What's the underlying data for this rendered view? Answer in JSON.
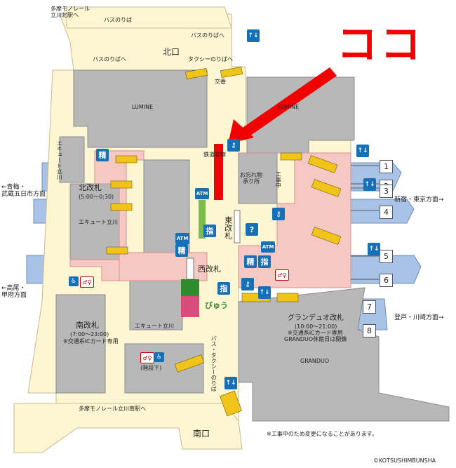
{
  "exits": {
    "north": "北口",
    "south": "南口",
    "tama_monorail_north": "多摩モノレール\n立川北駅へ",
    "tama_monorail_south": "多摩モノレール立川南駅へ"
  },
  "transport": {
    "bus_1": "バスのりば",
    "bus_2": "バスのりばへ",
    "bus_3": "バスのりばへ",
    "taxi": "タクシーのりばへ",
    "koban": "交番",
    "bus_taxi_south": "バス・タクシーのりば"
  },
  "buildings": {
    "lumine_left": "LUMINE",
    "lumine_right": "LUMINE",
    "granduo": "GRANDUO",
    "ecute_1": "エキュート立川",
    "ecute_2": "エキュート立川",
    "ecute_3": "エキュート立川",
    "lost_found": "お忘れ物\n承り所",
    "under_construction": "工事中",
    "railway_police": "鉄道警察",
    "floor_note": "(階段下)"
  },
  "gates": {
    "north_gate": {
      "name": "北改札",
      "hours": "(5:00〜0:30)"
    },
    "east_gate": {
      "name": "東改札"
    },
    "west_gate": {
      "name": "西改札"
    },
    "south_gate": {
      "name": "南改札",
      "hours": "(7:00〜23:00)",
      "note": "※交通系ICカード専用"
    },
    "granduo_gate": {
      "name": "グランデュオ改札",
      "hours": "(10:00〜21:00)",
      "note1": "※交通系ICカード専用",
      "note2": "GRANDUO休館日は閉鎖"
    }
  },
  "directions": {
    "left_upper": "←青梅・\n武蔵五日市方面",
    "left_lower": "←高尾・\n甲府方面",
    "right_upper": "新宿・東京方面→",
    "right_lower": "登戸・川崎方面→"
  },
  "platforms": [
    "1",
    "2",
    "3",
    "4",
    "5",
    "6",
    "7",
    "8"
  ],
  "icons": {
    "atm": "ATM",
    "seisan": "精",
    "shitei": "指",
    "info": "?",
    "elevator": "↑↓"
  },
  "brand": {
    "bikkara": "びゅう"
  },
  "callout": "ココ",
  "footer": {
    "note": "※工事中のため変更になることがあります。",
    "copyright": "©KOTSUSHIMBUNSHA"
  },
  "colors": {
    "background": "#fdf6d2",
    "concourse": "#f6c8c4",
    "building": "#b8b8b8",
    "platform": "#a9c3e6",
    "icon_blue": "#1570b8",
    "callout_red": "#f20000",
    "escalator_yellow": "#f0c419"
  }
}
